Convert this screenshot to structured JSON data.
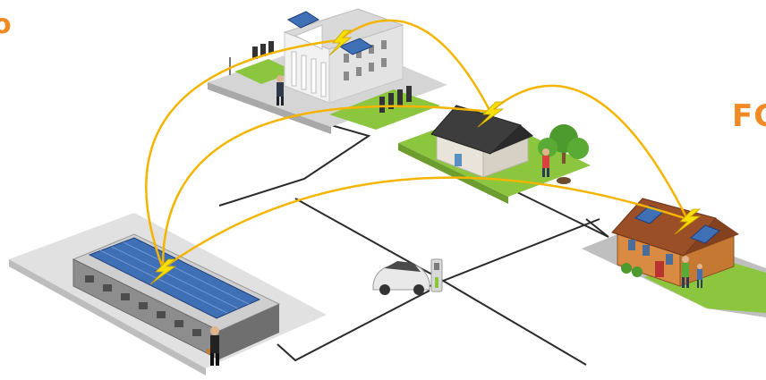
{
  "labels": {
    "left_fragment": "o",
    "right_fragment": "FC"
  },
  "colors": {
    "energy_arc": "#f4b400",
    "grid_line": "#2a2a2a",
    "lawn": "#8cc63f",
    "roof_panels": "#3f6fb5",
    "bolt": "#f7e000",
    "text_accent": "#f08a24"
  },
  "icons": [
    "lightning-bolt-icon",
    "solar-panel-icon",
    "electric-car-icon",
    "charging-station-icon",
    "person-icon"
  ],
  "scene": {
    "nodes": [
      "government-building",
      "farmhouse",
      "industrial-warehouse",
      "suburban-house",
      "ev-charging-station"
    ],
    "energy_links": [
      [
        "government-building",
        "farmhouse"
      ],
      [
        "government-building",
        "industrial-warehouse"
      ],
      [
        "farmhouse",
        "suburban-house"
      ],
      [
        "farmhouse",
        "industrial-warehouse"
      ],
      [
        "industrial-warehouse",
        "suburban-house"
      ]
    ]
  }
}
